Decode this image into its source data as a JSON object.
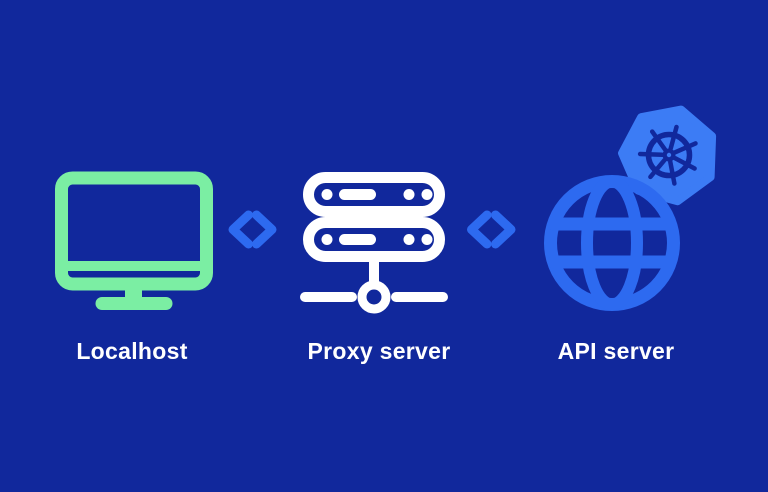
{
  "colors": {
    "background": "#11289C",
    "mint_green": "#7BEEA3",
    "white": "#FFFFFF",
    "accent_blue": "#2D6AF0",
    "badge_blue": "#3C7CF5",
    "label_text": "#FFFFFF"
  },
  "nodes": [
    {
      "label": "Localhost",
      "icon": "monitor-icon",
      "icon_color": "#7BEEA3"
    },
    {
      "label": "Proxy server",
      "icon": "server-stack-icon",
      "icon_color": "#FFFFFF"
    },
    {
      "label": "API server",
      "icon": "globe-icon",
      "icon_color": "#2D6AF0",
      "badge": "kubernetes-logo",
      "badge_color": "#3C7CF5"
    }
  ],
  "connectors": [
    {
      "from": "Localhost",
      "to": "Proxy server",
      "glyph": "<>",
      "color": "#2D6AF0"
    },
    {
      "from": "Proxy server",
      "to": "API server",
      "glyph": "<>",
      "color": "#2D6AF0"
    }
  ]
}
